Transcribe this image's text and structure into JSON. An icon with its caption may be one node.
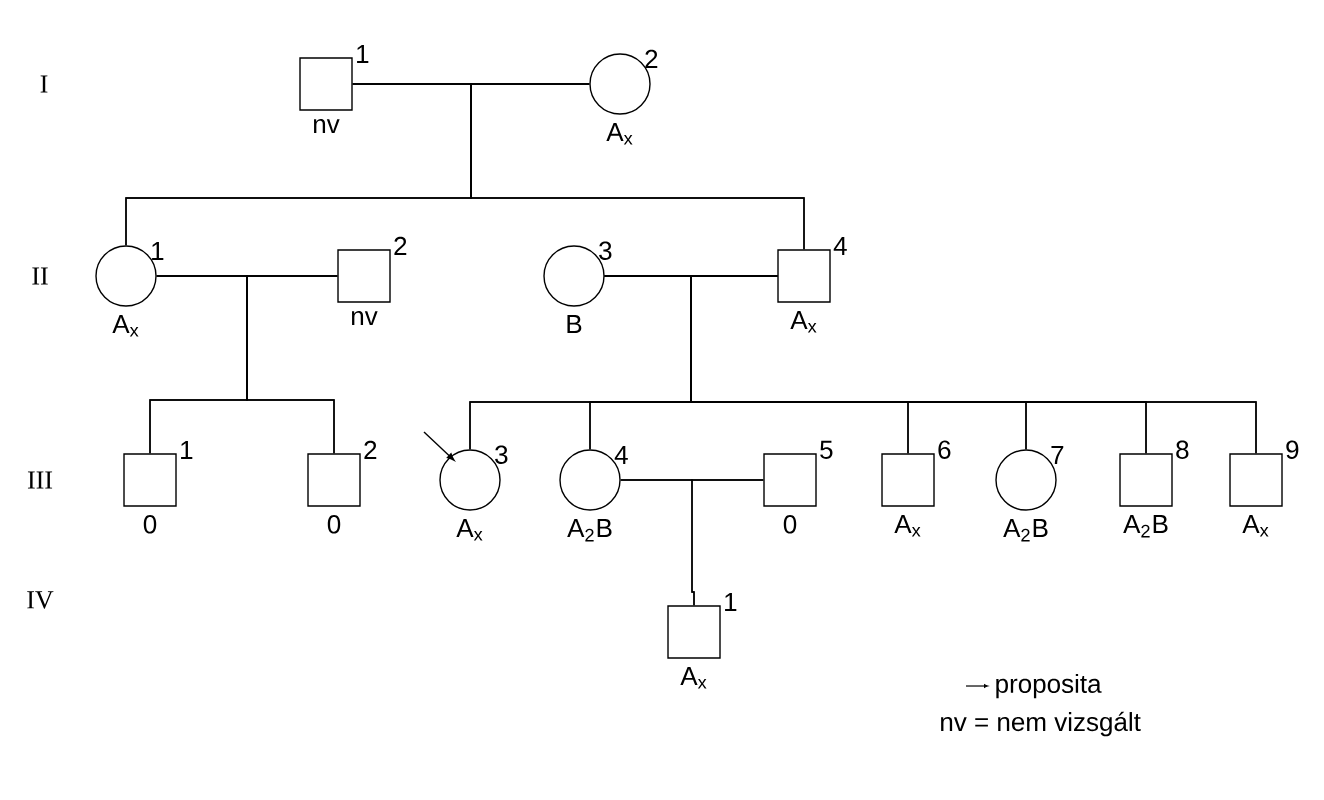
{
  "diagram": {
    "nodes": [
      {
        "text": [],
        "shape": "box",
        "beside": [
          "1",
          "nv"
        ]
      },
      {
        "text": [],
        "shape": "circle",
        "beside": [
          "2",
          "A$_{x}$"
        ]
      },
      {
        "text": [],
        "shape": "circle",
        "beside": [
          "1",
          "A$_{x}$"
        ]
      },
      {
        "text": [],
        "shape": "box",
        "beside": [
          "2",
          "nv"
        ]
      },
      {
        "text": [],
        "shape": "circle",
        "beside": [
          "3",
          "B"
        ]
      },
      {
        "text": [],
        "shape": "box",
        "beside": [
          "4",
          "A$_{x}$"
        ]
      },
      {
        "text": [],
        "shape": "box",
        "beside": [
          "1",
          "0"
        ]
      },
      {
        "text": [],
        "shape": "box",
        "beside": [
          "2",
          "0"
        ]
      },
      {
        "text": [],
        "shape": "circle",
        "beside": [
          "3",
          "A$_{x}$"
        ]
      },
      {
        "text": [],
        "shape": "circle",
        "beside": [
          "4",
          "A$_{2}$B"
        ]
      },
      {
        "text": [],
        "shape": "box",
        "beside": [
          "5",
          "0"
        ]
      },
      {
        "text": [],
        "shape": "box",
        "beside": [
          "6",
          "A$_{x}$"
        ]
      },
      {
        "text": [],
        "shape": "circle",
        "beside": [
          "7",
          "A$_{2}$B"
        ]
      },
      {
        "text": [],
        "shape": "box",
        "beside": [
          "8",
          "A$_{2}$B"
        ]
      },
      {
        "text": [],
        "shape": "box",
        "beside": [
          "9",
          "A$_{x}$"
        ]
      },
      {
        "text": [],
        "shape": "box",
        "beside": [
          "1",
          "A$_{x}$"
        ]
      }
    ],
    "edges": [
      {
        "from": 0,
        "to": 1,
        "arrow": "none"
      },
      {
        "from": 2,
        "to": 3,
        "arrow": "none"
      },
      {
        "from": 4,
        "to": 5,
        "arrow": "none"
      },
      {
        "from": 9,
        "to": 10,
        "arrow": "none"
      },
      {
        "from": 0,
        "to": 2,
        "arrow": "none"
      },
      {
        "from": 1,
        "to": 2,
        "arrow": "none"
      },
      {
        "from": 0,
        "to": 5,
        "arrow": "none"
      },
      {
        "from": 1,
        "to": 5,
        "arrow": "none"
      },
      {
        "from": 2,
        "to": 6,
        "arrow": "none"
      },
      {
        "from": 3,
        "to": 6,
        "arrow": "none"
      },
      {
        "from": 2,
        "to": 7,
        "arrow": "none"
      },
      {
        "from": 3,
        "to": 7,
        "arrow": "none"
      },
      {
        "from": 4,
        "to": 8,
        "arrow": "none"
      },
      {
        "from": 5,
        "to": 8,
        "arrow": "none"
      },
      {
        "from": 4,
        "to": 9,
        "arrow": "none"
      },
      {
        "from": 5,
        "to": 9,
        "arrow": "none"
      },
      {
        "from": 4,
        "to": 11,
        "arrow": "none"
      },
      {
        "from": 5,
        "to": 11,
        "arrow": "none"
      },
      {
        "from": 4,
        "to": 12,
        "arrow": "none"
      },
      {
        "from": 5,
        "to": 12,
        "arrow": "none"
      },
      {
        "from": 4,
        "to": 13,
        "arrow": "none"
      },
      {
        "from": 5,
        "to": 13,
        "arrow": "none"
      },
      {
        "from": 4,
        "to": 14,
        "arrow": "none"
      },
      {
        "from": 5,
        "to": 14,
        "arrow": "none"
      },
      {
        "from": 9,
        "to": 15,
        "arrow": "none"
      },
      {
        "from": 10,
        "to": 15,
        "arrow": "none"
      }
    ],
    "labels": [
      "I",
      "II",
      "III",
      "IV",
      "nv = nem vizsgált"
    ],
    "legend": [
      {
        "text": "proposita"
      }
    ]
  }
}
